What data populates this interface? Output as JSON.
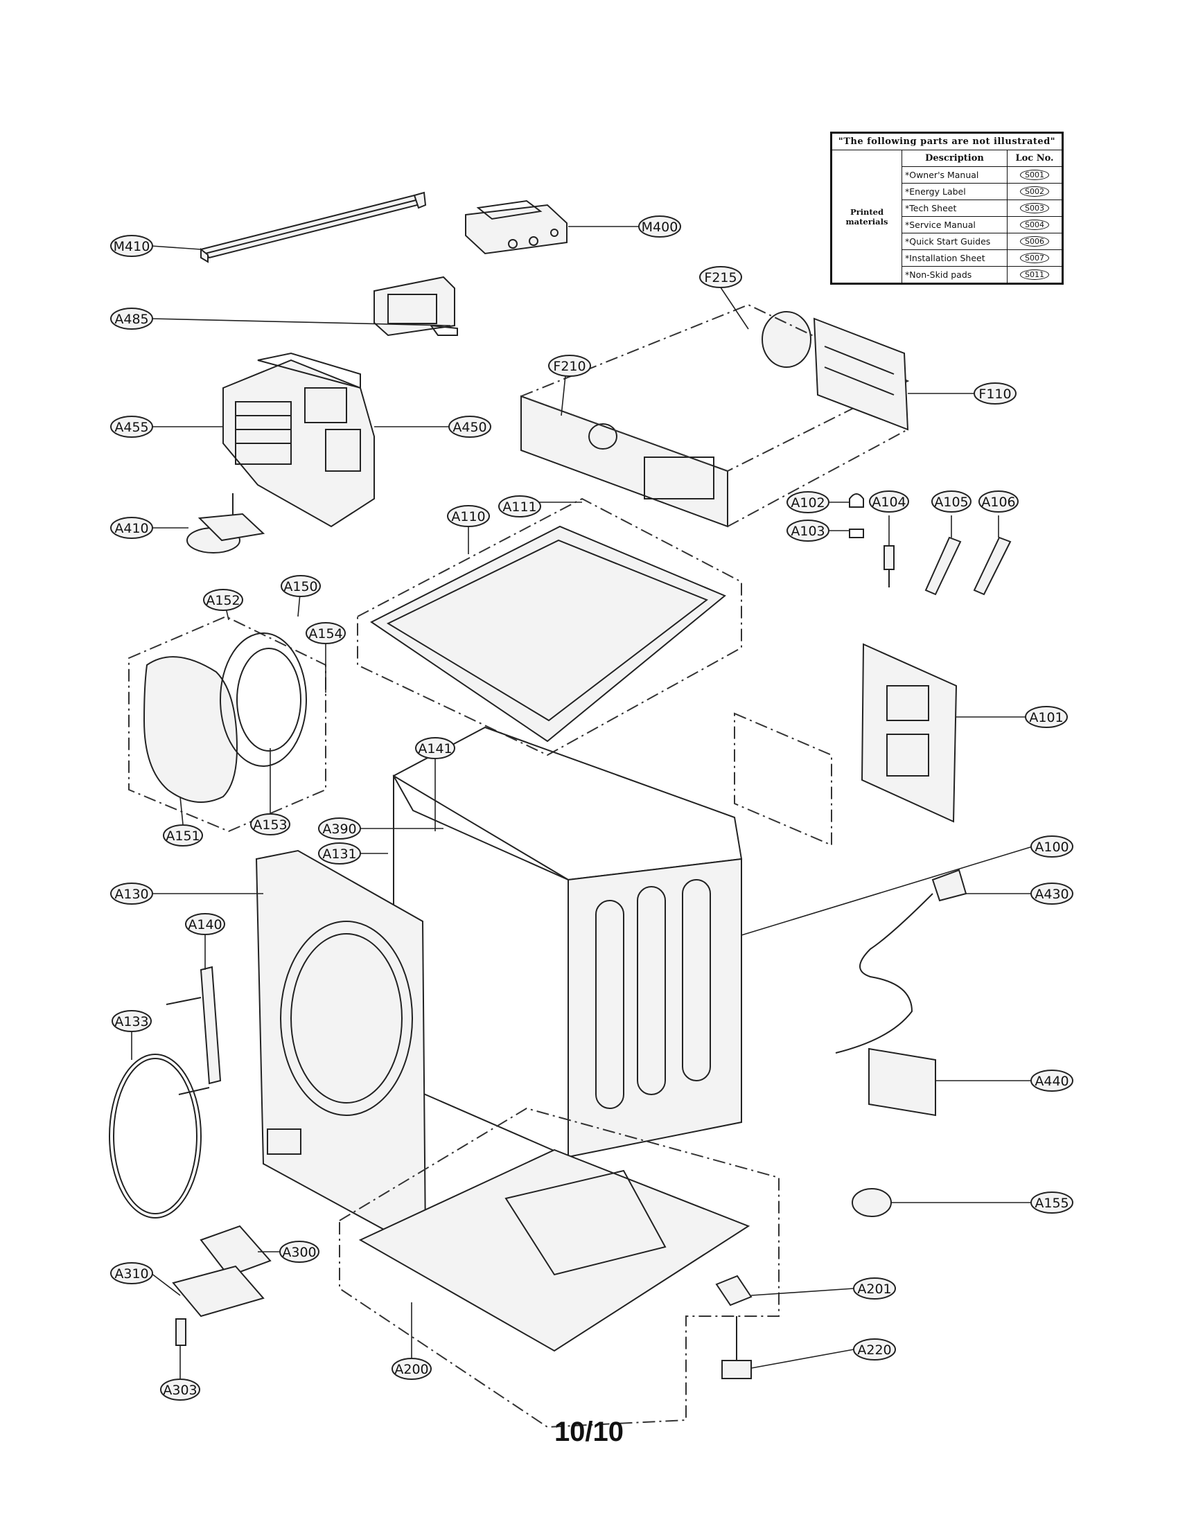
{
  "legend": {
    "title": "\"The following parts are not illustrated\"",
    "col_description": "Description",
    "col_loc": "Loc No.",
    "group": "Printed materials",
    "rows": [
      {
        "desc": "*Owner's Manual",
        "loc": "S001"
      },
      {
        "desc": "*Energy Label",
        "loc": "S002"
      },
      {
        "desc": "*Tech Sheet",
        "loc": "S003"
      },
      {
        "desc": "*Service Manual",
        "loc": "S004"
      },
      {
        "desc": "*Quick Start Guides",
        "loc": "S006"
      },
      {
        "desc": "*Installation Sheet",
        "loc": "S007"
      },
      {
        "desc": "*Non-Skid pads",
        "loc": "S011"
      }
    ]
  },
  "callouts": {
    "m410": "M410",
    "m400": "M400",
    "a485": "A485",
    "f215": "F215",
    "a455": "A455",
    "a450": "A450",
    "f210": "F210",
    "f110": "F110",
    "a410": "A410",
    "a110": "A110",
    "a111": "A111",
    "a102": "A102",
    "a104": "A104",
    "a105": "A105",
    "a106": "A106",
    "a103": "A103",
    "a152": "A152",
    "a150": "A150",
    "a154": "A154",
    "a101": "A101",
    "a141": "A141",
    "a151": "A151",
    "a153": "A153",
    "a390": "A390",
    "a131": "A131",
    "a100": "A100",
    "a130": "A130",
    "a430": "A430",
    "a140": "A140",
    "a133": "A133",
    "a440": "A440",
    "a155": "A155",
    "a300": "A300",
    "a310": "A310",
    "a201": "A201",
    "a220": "A220",
    "a200": "A200",
    "a303": "A303"
  },
  "page_number": "10/10"
}
